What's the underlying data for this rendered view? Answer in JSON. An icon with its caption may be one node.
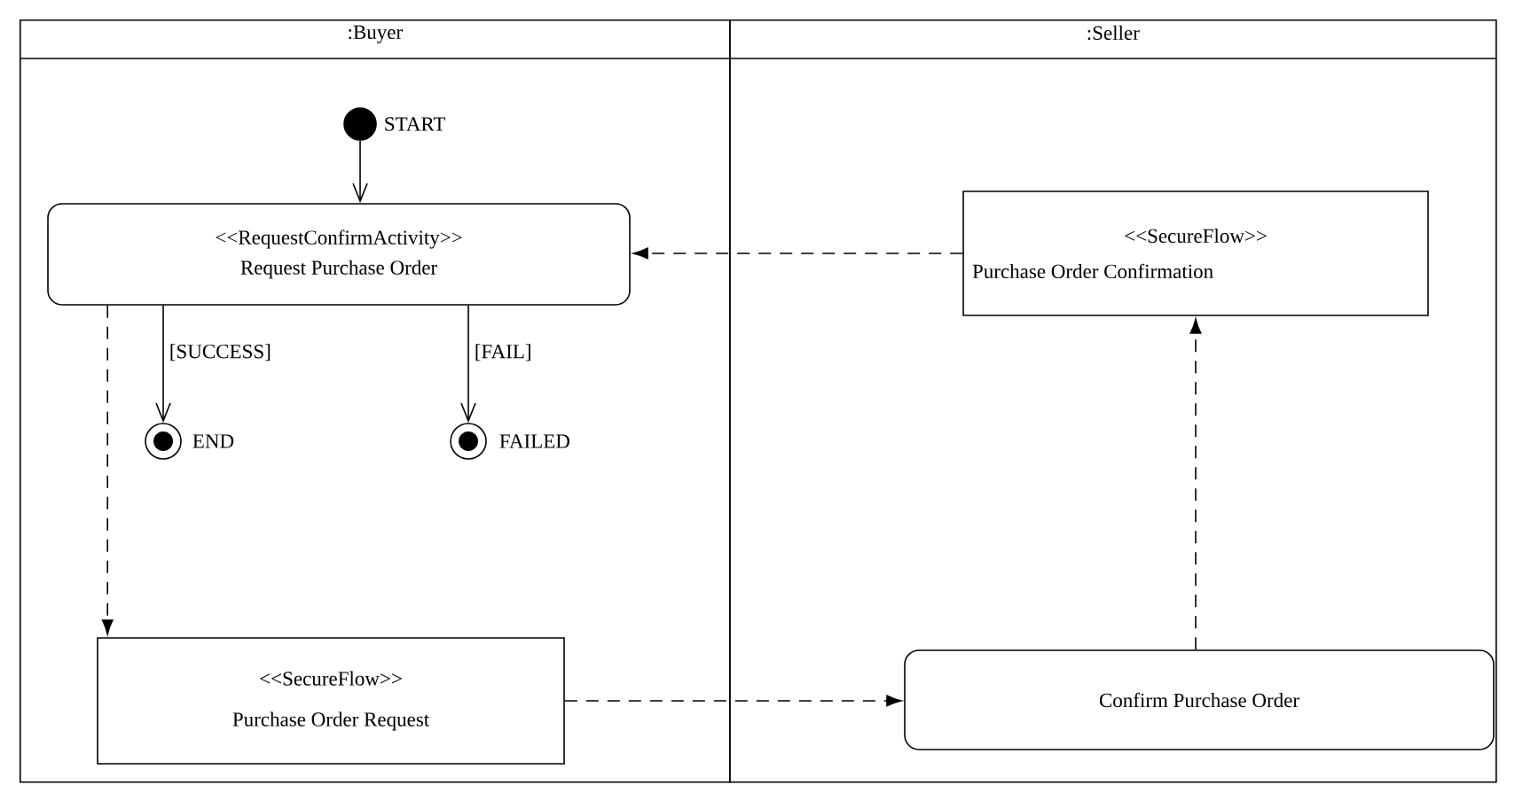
{
  "diagram": {
    "nodes": [
      {
        "text": [
          ":Buyer"
        ]
      },
      {
        "text": [
          ":Seller"
        ]
      },
      {
        "text": [],
        "shape": "circle",
        "beside": [
          "START"
        ],
        "in": 0
      },
      {
        "text": [
          "<<RequestConfirmActivity>>",
          "Request Purchase Order"
        ],
        "in": 0
      },
      {
        "text": [],
        "shape": "circle",
        "beside": [
          "END"
        ],
        "in": 0
      },
      {
        "text": [],
        "shape": "circle",
        "beside": [
          "FAILED"
        ],
        "in": 0
      },
      {
        "text": [
          "<<SecureFlow>>",
          "Purchase Order Request"
        ],
        "in": 0
      },
      {
        "text": [
          "Confirm Purchase Order"
        ],
        "in": 1
      },
      {
        "text": [
          "<<SecureFlow>>",
          "Purchase Order Confirmation"
        ],
        "in": 1
      }
    ],
    "edges": [
      {
        "from": 2,
        "to": 3,
        "arrow": "to"
      },
      {
        "from": 3,
        "to": 4,
        "arrow": "to",
        "label": "[SUCCESS]"
      },
      {
        "from": 3,
        "to": 5,
        "arrow": "to",
        "label": "[FAIL]"
      },
      {
        "from": 3,
        "to": 6,
        "arrow": "to",
        "style": "dashed"
      },
      {
        "from": 6,
        "to": 7,
        "arrow": "to",
        "style": "dashed"
      },
      {
        "from": 7,
        "to": 8,
        "arrow": "to",
        "style": "dashed"
      },
      {
        "from": 8,
        "to": 3,
        "arrow": "to",
        "style": "dashed"
      }
    ]
  }
}
